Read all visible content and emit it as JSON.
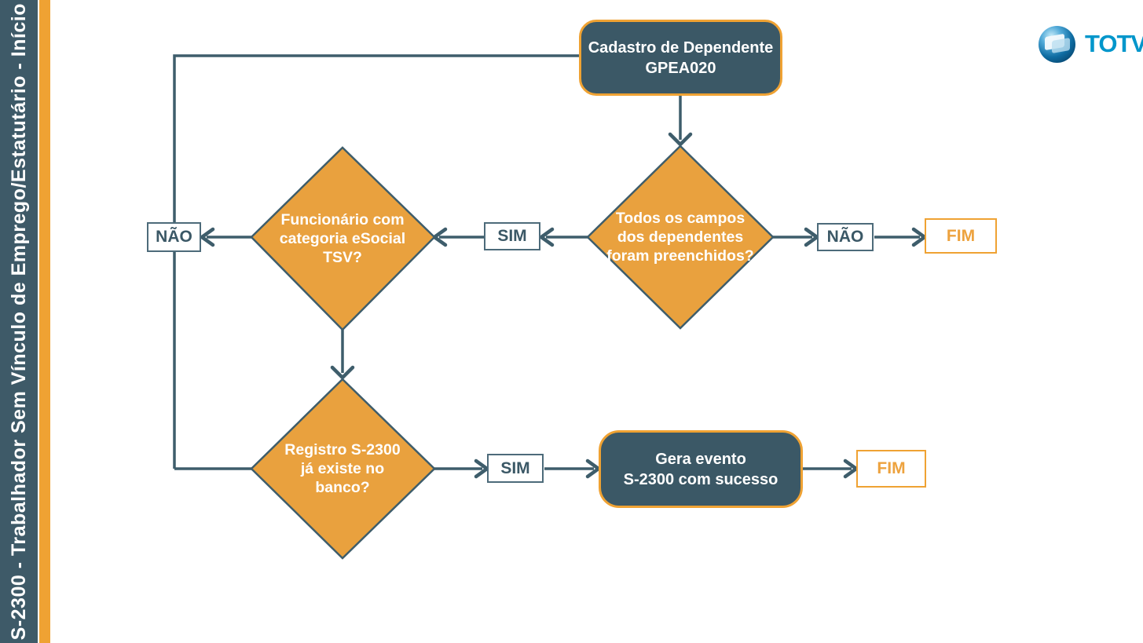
{
  "sidebar": {
    "title": "S-2300 - Trabalhador Sem Vínculo de Emprego/Estatutário - Início"
  },
  "logo": {
    "brand": "TOTVS"
  },
  "colors": {
    "slate": "#3B5866",
    "orange": "#EFA233",
    "diamond_fill": "#E9A13E",
    "connector": "#3E5D6B",
    "totvs_blue": "#0096CB"
  },
  "flow": {
    "start": {
      "lines": [
        "Cadastro de Dependente",
        "GPEA020"
      ]
    },
    "d1": {
      "lines": [
        "Todos os campos",
        "dos dependentes",
        "foram preenchidos?"
      ]
    },
    "d2": {
      "lines": [
        "Funcionário com",
        "categoria eSocial",
        "TSV?"
      ]
    },
    "d3": {
      "lines": [
        "Registro S-2300",
        "já existe no",
        "banco?"
      ]
    },
    "success": {
      "lines": [
        "Gera evento",
        "S-2300 com sucesso"
      ]
    },
    "connector_labels": {
      "d1_no": "NÃO",
      "d1_end": "FIM",
      "d1_yes": "SIM",
      "d2_no": "NÃO",
      "d3_yes": "SIM",
      "d3_end": "FIM"
    }
  }
}
